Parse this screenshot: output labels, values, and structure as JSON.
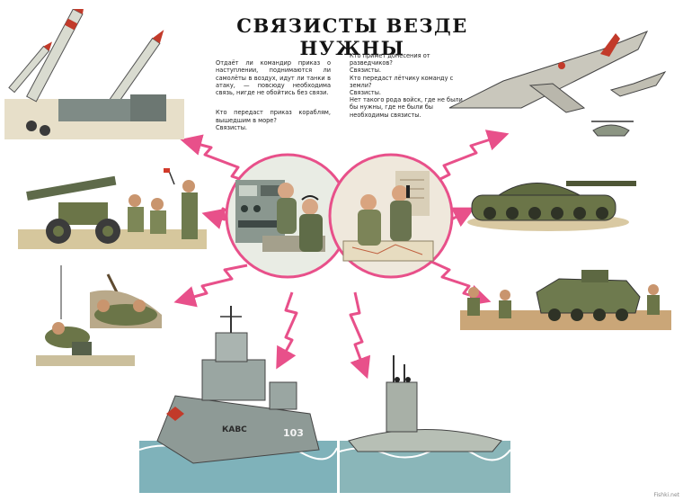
{
  "poster": {
    "title": "СВЯЗИСТЫ  ВЕЗДЕ  НУЖНЫ",
    "text_left_1": "Отдаёт ли командир приказ о наступлении, поднимаются ли самолёты в воздух, идут ли танки в атаку, — повсюду необходима связь, нигде не обойтись без связи.",
    "text_left_2": "Кто передаст приказ кораблям, вышедшим в море?\nСвязисты.",
    "text_right": "Кто примет донесения от разведчиков?\nСвязисты.\nКто передаст лётчику команду с земли?\nСвязисты.\nНет такого рода войск, где не были бы нужны, где не были бы необходимы связисты.",
    "ship_hull_text": "КАВС",
    "ship_number": "103",
    "watermark": "Fishki.net"
  },
  "palette": {
    "arrow": "#e8508a",
    "ring": "#e8508a",
    "steel": "#7f8b86",
    "olive": "#6b7548",
    "sea": "#7fb2ba",
    "earth": "#b98a57",
    "sky": "#cfd6c8"
  }
}
